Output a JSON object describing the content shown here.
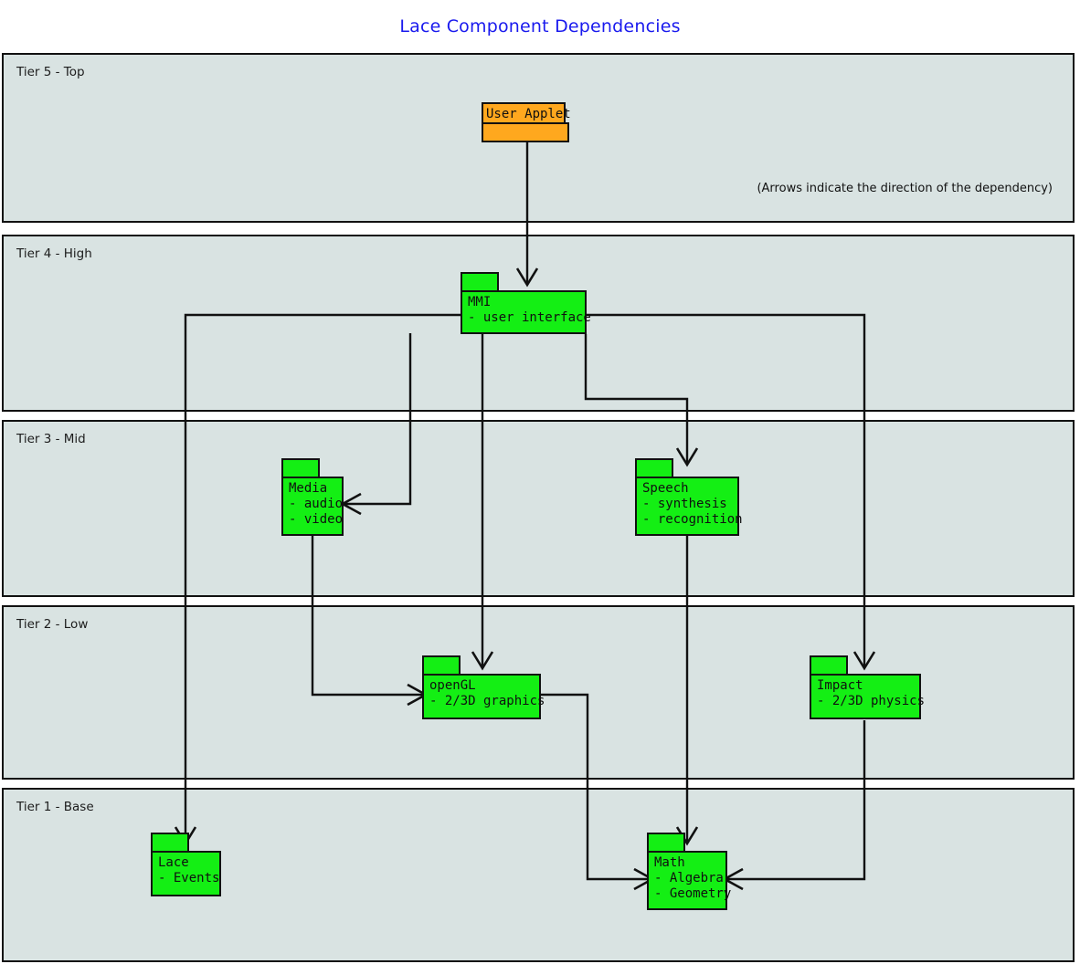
{
  "title": "Lace Component Dependencies",
  "legend_note": "(Arrows indicate the direction of the dependency)",
  "colors": {
    "title": "#1a1aee",
    "tier_background": "#d9e3e2",
    "border": "#111111",
    "component_green": "#14ef14",
    "component_orange": "#ffa81e",
    "page_background": "#ffffff"
  },
  "tiers": [
    {
      "id": "tier5",
      "label": "Tier 5 - Top"
    },
    {
      "id": "tier4",
      "label": "Tier 4 - High"
    },
    {
      "id": "tier3",
      "label": "Tier 3 - Mid"
    },
    {
      "id": "tier2",
      "label": "Tier 2 - Low"
    },
    {
      "id": "tier1",
      "label": "Tier 1 - Base"
    }
  ],
  "components": [
    {
      "id": "user-applet",
      "tier": "Tier 5 - Top",
      "color": "orange",
      "name": "User Applet",
      "items": []
    },
    {
      "id": "mmi",
      "tier": "Tier 4 - High",
      "color": "green",
      "name": "MMI",
      "items": [
        "- user interface"
      ],
      "text": "MMI\n- user interface"
    },
    {
      "id": "media",
      "tier": "Tier 3 - Mid",
      "color": "green",
      "name": "Media",
      "items": [
        "- audio",
        "- video"
      ],
      "text": "Media\n- audio\n- video"
    },
    {
      "id": "speech",
      "tier": "Tier 3 - Mid",
      "color": "green",
      "name": "Speech",
      "items": [
        "- synthesis",
        "- recognition"
      ],
      "text": "Speech\n- synthesis\n- recognition"
    },
    {
      "id": "opengl",
      "tier": "Tier 2 - Low",
      "color": "green",
      "name": "openGL",
      "items": [
        "- 2/3D graphics"
      ],
      "text": "openGL\n- 2/3D graphics"
    },
    {
      "id": "impact",
      "tier": "Tier 2 - Low",
      "color": "green",
      "name": "Impact",
      "items": [
        "- 2/3D physics"
      ],
      "text": "Impact\n- 2/3D physics"
    },
    {
      "id": "lace",
      "tier": "Tier 1 - Base",
      "color": "green",
      "name": "Lace",
      "items": [
        "- Events"
      ],
      "text": "Lace\n- Events"
    },
    {
      "id": "math",
      "tier": "Tier 1 - Base",
      "color": "green",
      "name": "Math",
      "items": [
        "- Algebra",
        "- Geometry"
      ],
      "text": "Math\n- Algebra\n- Geometry"
    }
  ],
  "dependencies": [
    {
      "from": "User Applet",
      "to": "MMI"
    },
    {
      "from": "MMI",
      "to": "Lace"
    },
    {
      "from": "MMI",
      "to": "Media"
    },
    {
      "from": "MMI",
      "to": "Speech"
    },
    {
      "from": "MMI",
      "to": "openGL"
    },
    {
      "from": "MMI",
      "to": "Impact"
    },
    {
      "from": "Media",
      "to": "openGL"
    },
    {
      "from": "Speech",
      "to": "Math"
    },
    {
      "from": "openGL",
      "to": "Math"
    },
    {
      "from": "Impact",
      "to": "Math"
    }
  ]
}
